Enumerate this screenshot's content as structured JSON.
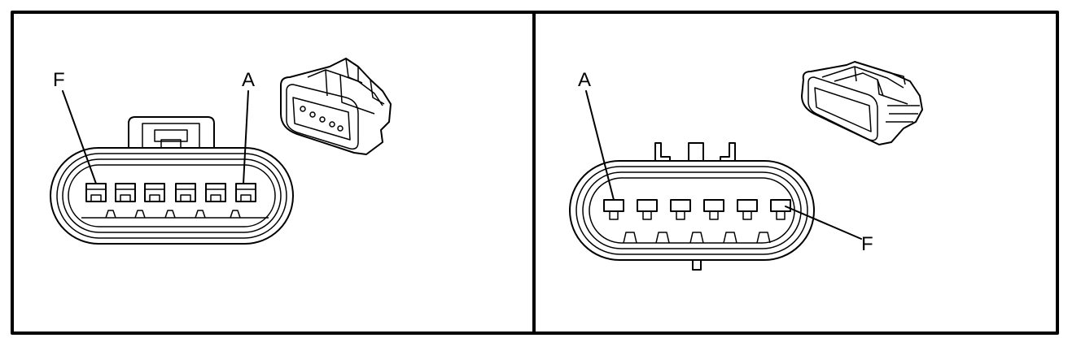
{
  "diagram": {
    "left_connector": {
      "label_left": "F",
      "label_right": "A"
    },
    "right_connector": {
      "label_left": "A",
      "label_right": "F"
    }
  }
}
